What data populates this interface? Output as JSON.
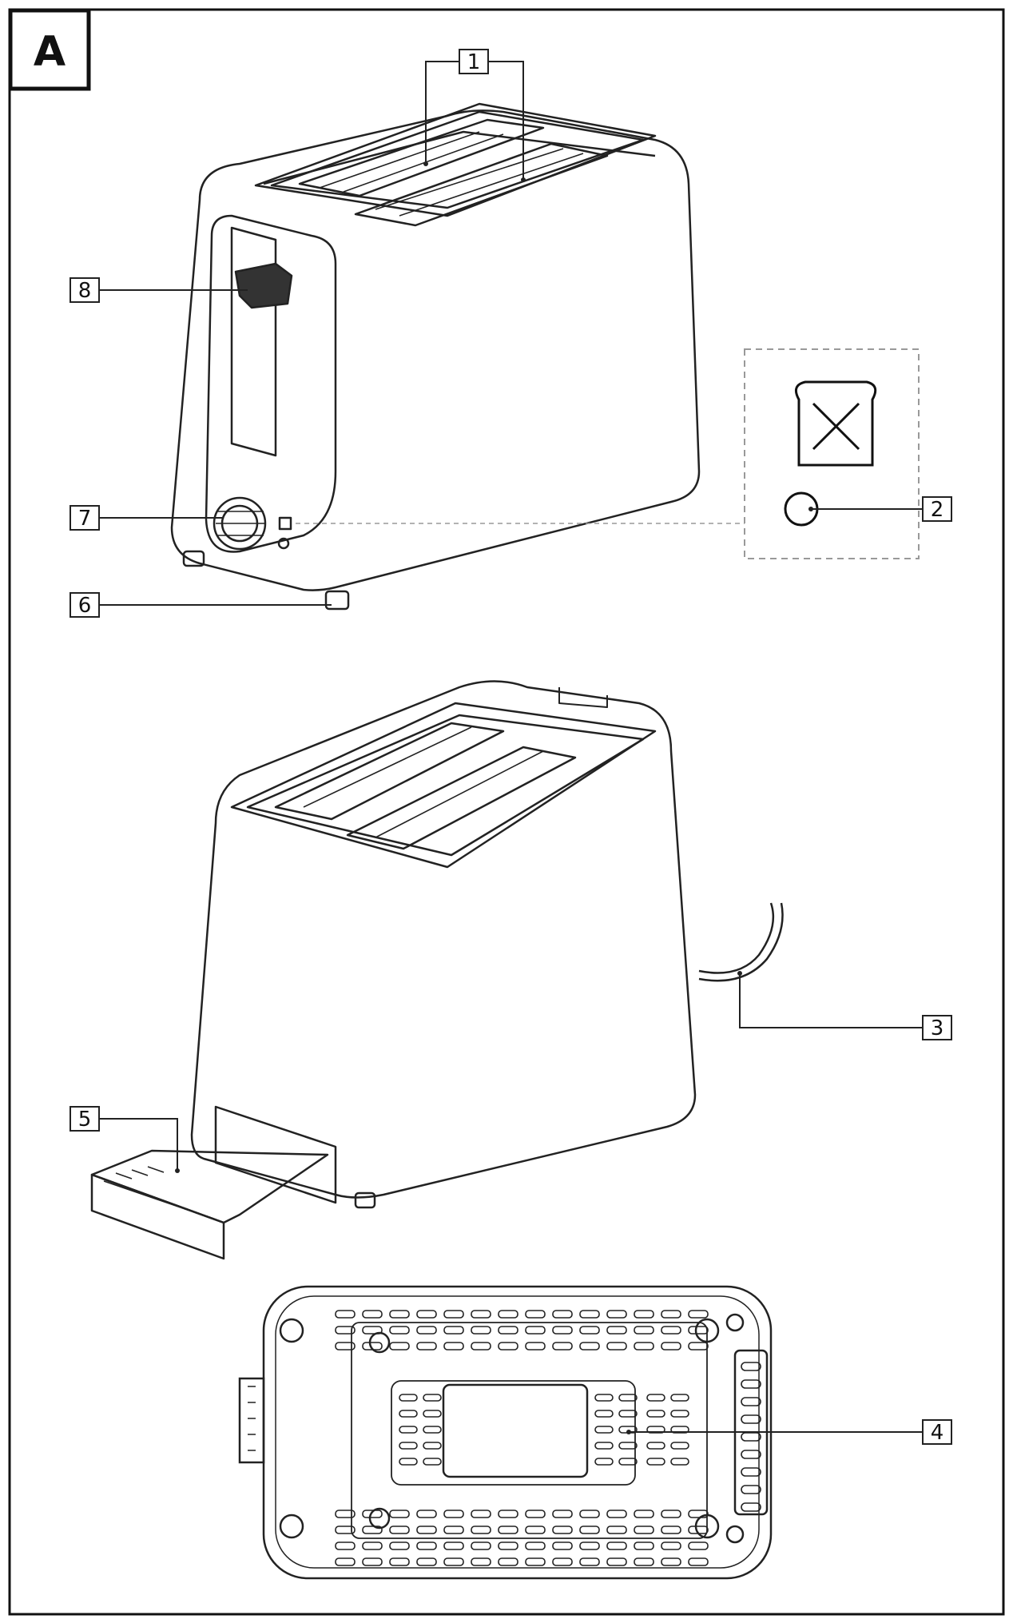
{
  "figure": {
    "panel_letter": "A",
    "callouts": {
      "c1": "1",
      "c2": "2",
      "c3": "3",
      "c4": "4",
      "c5": "5",
      "c6": "6",
      "c7": "7",
      "c8": "8"
    },
    "symbols": {
      "bread_cross": "bread-with-cross-icon",
      "circle_button": "circle-button-icon"
    },
    "colors": {
      "line": "#222222",
      "frame": "#111111",
      "dashed": "#999999"
    }
  }
}
